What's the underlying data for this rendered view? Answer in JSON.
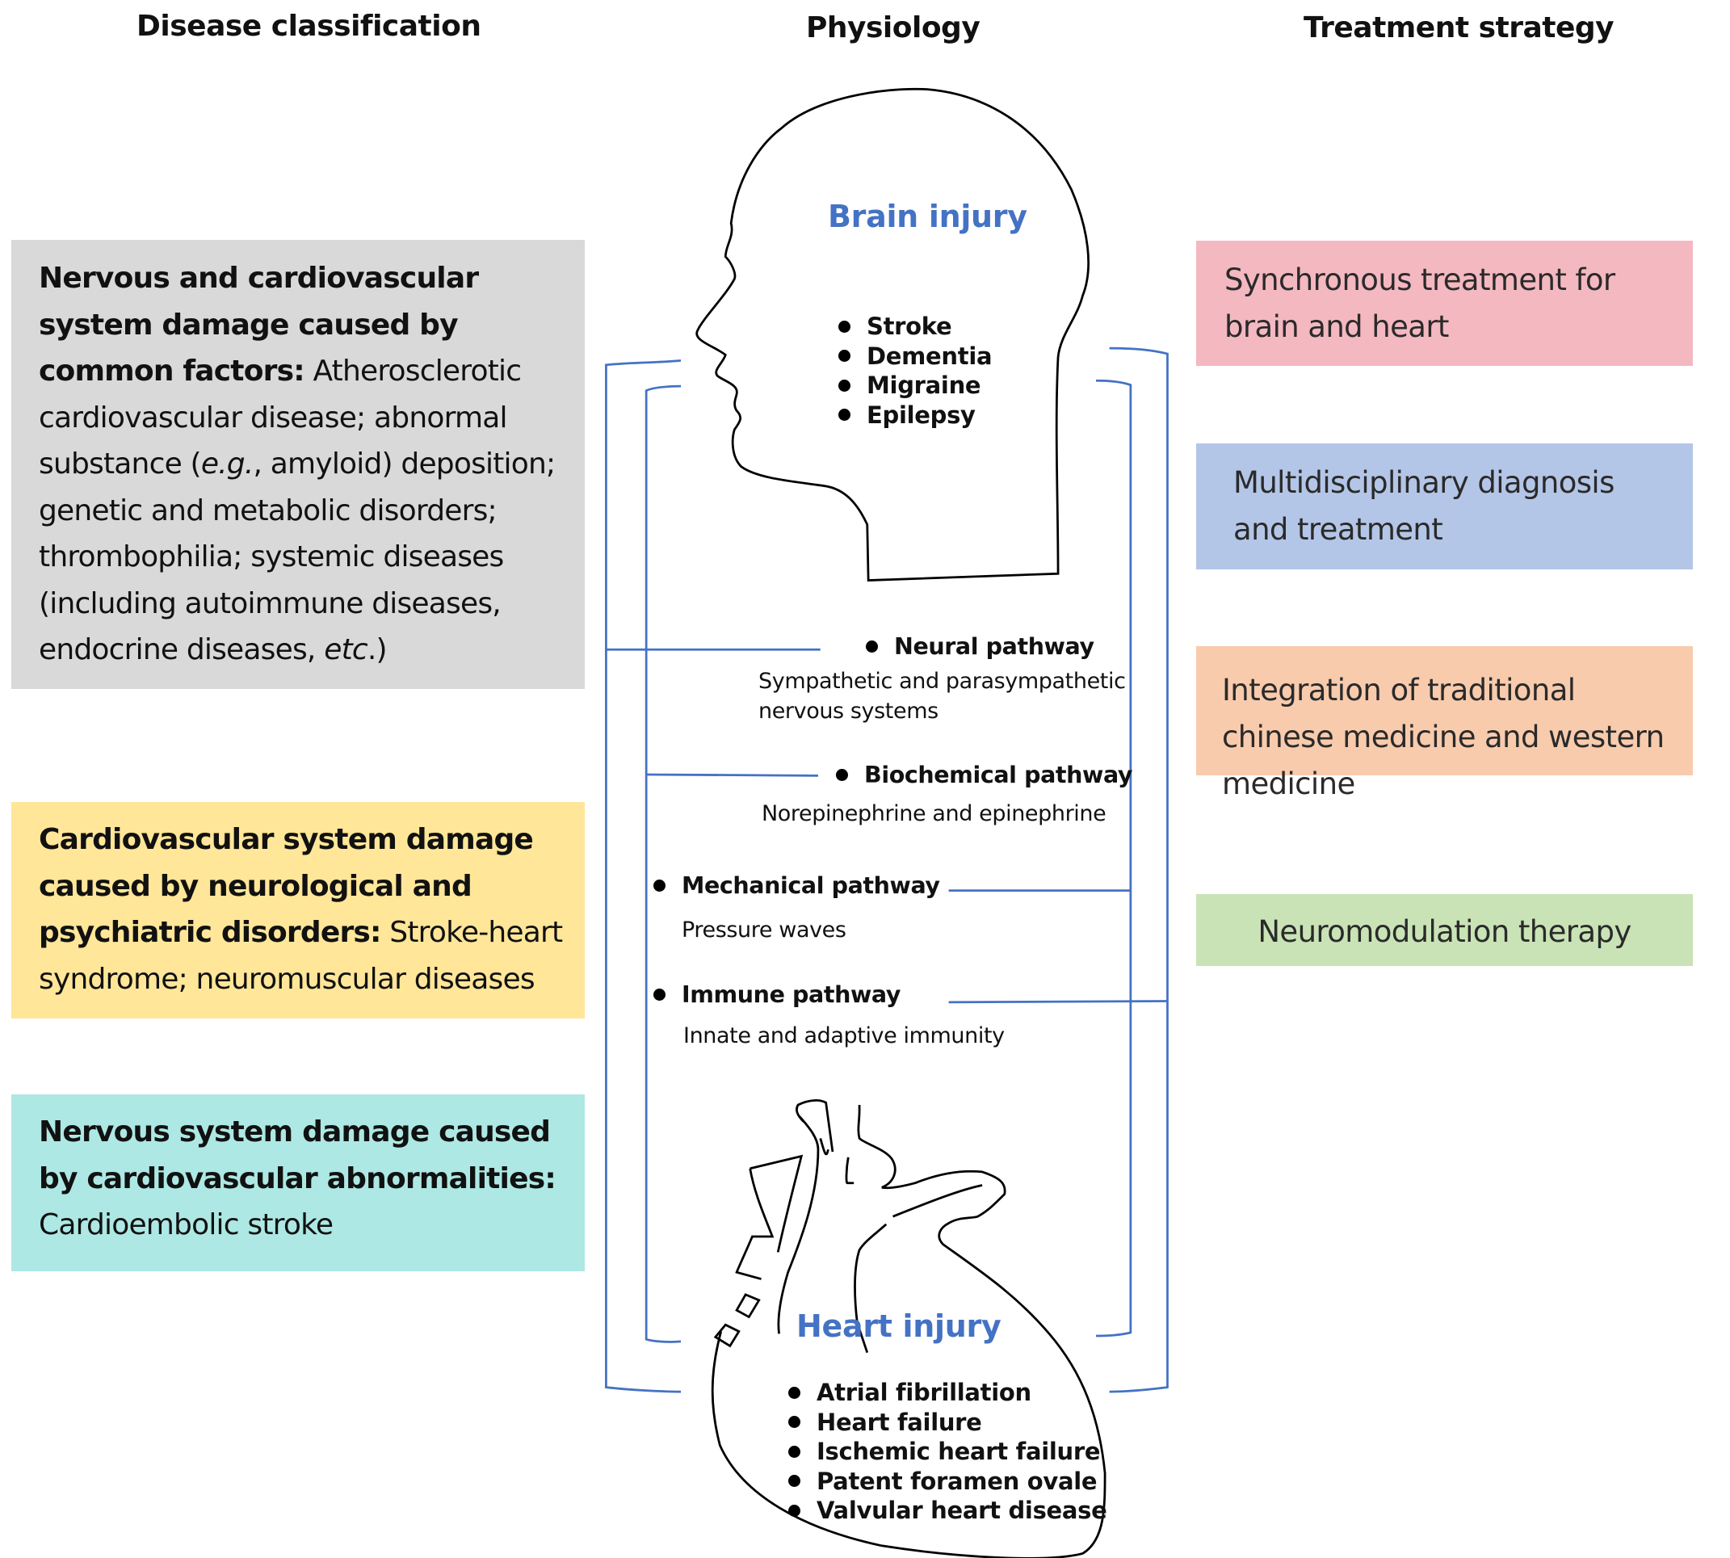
{
  "columns": {
    "disease": "Disease classification",
    "physiology": "Physiology",
    "treatment": "Treatment strategy"
  },
  "colors": {
    "accent_blue": "#4472c4",
    "connector_blue": "#4472c4",
    "gray_box": "#d9d9d9",
    "yellow_box": "#ffe699",
    "teal_box": "#ade8e4",
    "pink_box": "#f4b8c1",
    "blue_box": "#b4c6e7",
    "orange_box": "#f8cbad",
    "green_box": "#c9e3b6"
  },
  "disease_boxes": [
    {
      "bold": "Nervous and cardiovascular system damage caused by common factors:",
      "text_parts": [
        " Atherosclerotic cardiovascular disease; abnormal substance (",
        "e.g.",
        ", amyloid) deposition; genetic and metabolic disorders; thrombophilia; systemic diseases (including autoimmune diseases, endocrine diseases, ",
        "etc",
        ".)"
      ]
    },
    {
      "bold": "Cardiovascular system damage caused by neurological and psychiatric disorders:",
      "text": " Stroke-heart syndrome; neuromuscular diseases"
    },
    {
      "bold": "Nervous system damage caused by cardiovascular abnormalities:",
      "text": " Cardioembolic stroke"
    }
  ],
  "brain": {
    "title": "Brain injury",
    "items": [
      "Stroke",
      "Dementia",
      "Migraine",
      "Epilepsy"
    ]
  },
  "pathways": [
    {
      "name": "Neural pathway",
      "desc_lines": [
        "Sympathetic and parasympathetic",
        "nervous systems"
      ]
    },
    {
      "name": "Biochemical pathway",
      "desc_lines": [
        "Norepinephrine and epinephrine"
      ]
    },
    {
      "name": "Mechanical pathway",
      "desc_lines": [
        "Pressure waves"
      ]
    },
    {
      "name": "Immune pathway",
      "desc_lines": [
        "Innate and adaptive immunity"
      ]
    }
  ],
  "heart": {
    "title": "Heart injury",
    "items": [
      "Atrial fibrillation",
      "Heart failure",
      "Ischemic heart failure",
      "Patent foramen ovale",
      "Valvular heart disease"
    ]
  },
  "treatments": [
    {
      "label": "Synchronous treatment for brain and heart"
    },
    {
      "label": "Multidisciplinary diagnosis and treatment"
    },
    {
      "label": "Integration of traditional chinese medicine and western medicine"
    },
    {
      "label": "Neuromodulation therapy"
    }
  ]
}
